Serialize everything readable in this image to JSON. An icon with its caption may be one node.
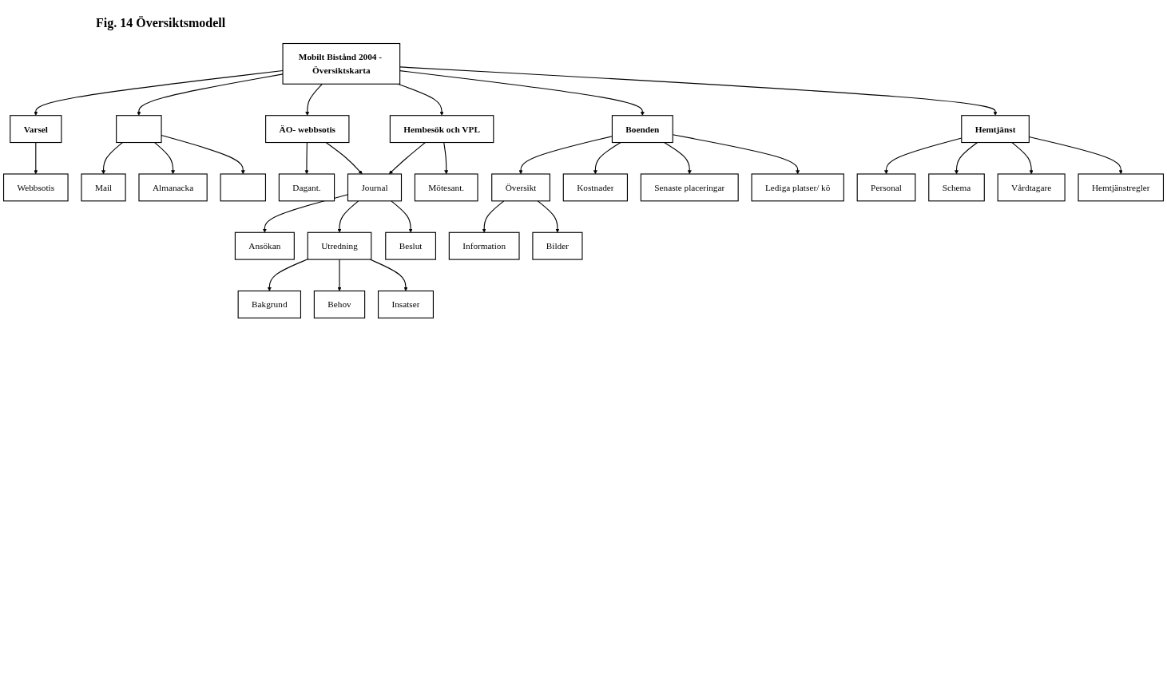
{
  "diagram": {
    "caption": "Fig. 14 Översiktsmodell",
    "nodes": [
      {
        "text": [
          "Mobilt Bistånd 2004 - Översiktskarta"
        ]
      },
      {
        "text": [
          "ÄO- webbsotis"
        ]
      },
      {
        "text": [
          "Hembesök och VPL"
        ]
      },
      {
        "text": [
          "Hemtjänst"
        ]
      },
      {
        "text": [
          "Varsel"
        ]
      },
      {
        "text": [
          "Boenden"
        ]
      },
      {
        "text": [],
        "shape": "box"
      },
      {
        "text": [
          "Webbsotis"
        ]
      },
      {
        "text": [
          "Mail"
        ]
      },
      {
        "text": [
          "Almanacka"
        ]
      },
      {
        "text": [],
        "shape": "box"
      },
      {
        "text": [
          "Dagant."
        ]
      },
      {
        "text": [
          "Journal"
        ]
      },
      {
        "text": [
          "Mötesant."
        ]
      },
      {
        "text": [
          "Översikt"
        ]
      },
      {
        "text": [
          "Kostnader"
        ]
      },
      {
        "text": [
          "Senaste placeringar"
        ]
      },
      {
        "text": [
          "Lediga platser/ kö"
        ]
      },
      {
        "text": [
          "Ansökan"
        ]
      },
      {
        "text": [
          "Utredning"
        ]
      },
      {
        "text": [
          "Beslut"
        ]
      },
      {
        "text": [
          "Information"
        ]
      },
      {
        "text": [
          "Bilder"
        ]
      },
      {
        "text": [
          "Bakgrund"
        ]
      },
      {
        "text": [
          "Behov"
        ]
      },
      {
        "text": [
          "Insatser"
        ]
      },
      {
        "text": [
          "Personal"
        ]
      },
      {
        "text": [
          "Schema"
        ]
      },
      {
        "text": [
          "Vårdtagare"
        ]
      },
      {
        "text": [
          "Hemtjänstregler"
        ]
      }
    ],
    "edges": [
      {
        "from": 0,
        "to": 1,
        "arrow": "to"
      },
      {
        "from": 0,
        "to": 2,
        "arrow": "to"
      },
      {
        "from": 0,
        "to": 3,
        "arrow": "to"
      },
      {
        "from": 0,
        "to": 4,
        "arrow": "to"
      },
      {
        "from": 0,
        "to": 5,
        "arrow": "to"
      },
      {
        "from": 0,
        "to": 6,
        "arrow": "to"
      },
      {
        "from": 4,
        "to": 7,
        "arrow": "to"
      },
      {
        "from": 6,
        "to": 8,
        "arrow": "to"
      },
      {
        "from": 6,
        "to": 9,
        "arrow": "to"
      },
      {
        "from": 6,
        "to": 10,
        "arrow": "to"
      },
      {
        "from": 1,
        "to": 11,
        "arrow": "to"
      },
      {
        "from": 1,
        "to": 12,
        "arrow": "to"
      },
      {
        "from": 2,
        "to": 12,
        "arrow": "to"
      },
      {
        "from": 2,
        "to": 13,
        "arrow": "to"
      },
      {
        "from": 5,
        "to": 14,
        "arrow": "to"
      },
      {
        "from": 5,
        "to": 15,
        "arrow": "to"
      },
      {
        "from": 5,
        "to": 16,
        "arrow": "to"
      },
      {
        "from": 5,
        "to": 17,
        "arrow": "to"
      },
      {
        "from": 12,
        "to": 18,
        "arrow": "to"
      },
      {
        "from": 12,
        "to": 19,
        "arrow": "to"
      },
      {
        "from": 12,
        "to": 20,
        "arrow": "to"
      },
      {
        "from": 14,
        "to": 21,
        "arrow": "to"
      },
      {
        "from": 14,
        "to": 22,
        "arrow": "to"
      },
      {
        "from": 19,
        "to": 23,
        "arrow": "to"
      },
      {
        "from": 19,
        "to": 24,
        "arrow": "to"
      },
      {
        "from": 19,
        "to": 25,
        "arrow": "to"
      },
      {
        "from": 3,
        "to": 26,
        "arrow": "to"
      },
      {
        "from": 3,
        "to": 27,
        "arrow": "to"
      },
      {
        "from": 3,
        "to": 28,
        "arrow": "to"
      },
      {
        "from": 3,
        "to": 29,
        "arrow": "to"
      }
    ]
  }
}
